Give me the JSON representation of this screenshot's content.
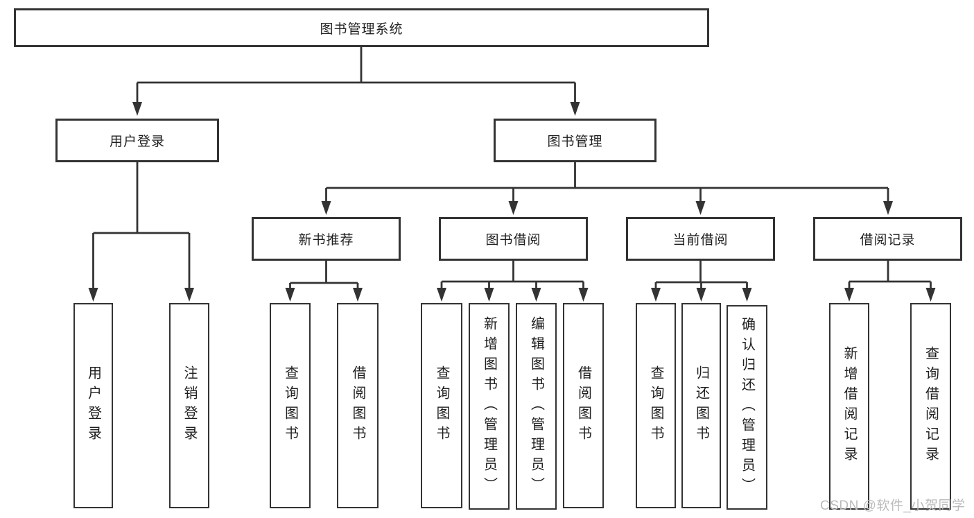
{
  "tree": {
    "root": {
      "label": "图书管理系统"
    },
    "branches": [
      {
        "label": "用户登录",
        "children": [
          {
            "label": "用户登录"
          },
          {
            "label": "注销登录"
          }
        ]
      },
      {
        "label": "图书管理",
        "children": [
          {
            "label": "新书推荐",
            "children": [
              {
                "label": "查询图书"
              },
              {
                "label": "借阅图书"
              }
            ]
          },
          {
            "label": "图书借阅",
            "children": [
              {
                "label": "查询图书"
              },
              {
                "label": "新增图书（管理员）"
              },
              {
                "label": "编辑图书（管理员）"
              },
              {
                "label": "借阅图书"
              }
            ]
          },
          {
            "label": "当前借阅",
            "children": [
              {
                "label": "查询图书"
              },
              {
                "label": "归还图书"
              },
              {
                "label": "确认归还（管理员）"
              }
            ]
          },
          {
            "label": "借阅记录",
            "children": [
              {
                "label": "新增借阅记录"
              },
              {
                "label": "查询借阅记录"
              }
            ]
          }
        ]
      }
    ]
  },
  "watermark": "CSDN @软件_小贺同学",
  "colors": {
    "line": "#333333",
    "box_border": "#333333",
    "text": "#1f1f1f",
    "background": "#ffffff",
    "watermark": "#bbbbbb"
  }
}
